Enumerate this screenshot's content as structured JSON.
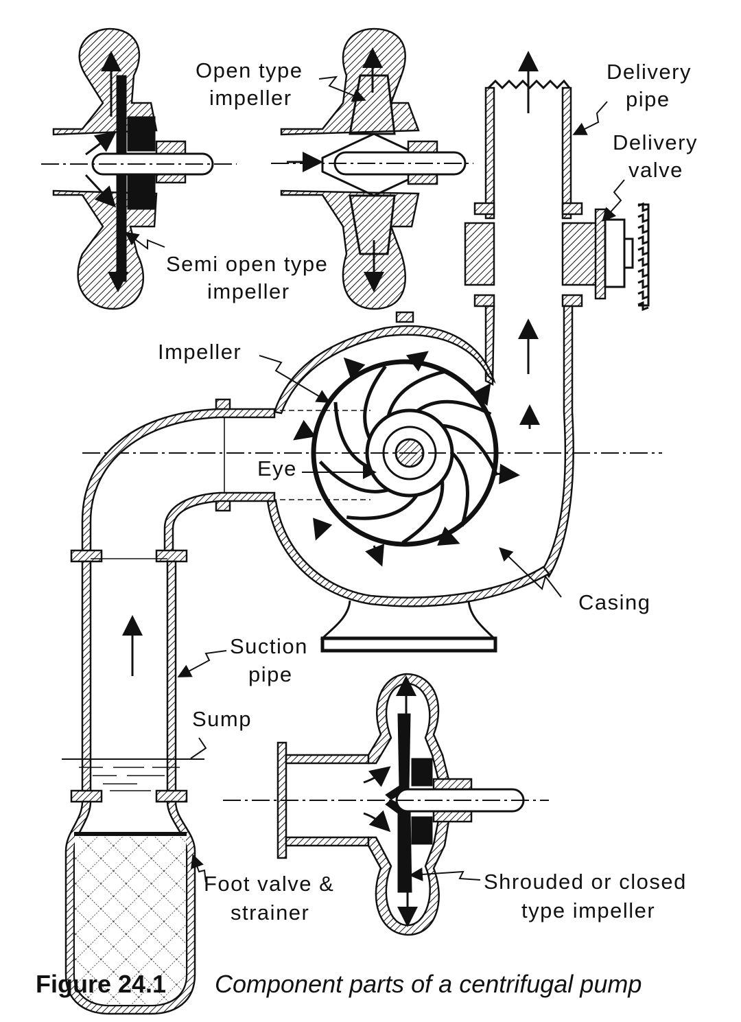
{
  "labels": {
    "open_type_1": "Open type",
    "open_type_2": "impeller",
    "semi_open_1": "Semi open type",
    "semi_open_2": "impeller",
    "delivery_pipe_1": "Delivery",
    "delivery_pipe_2": "pipe",
    "delivery_valve_1": "Delivery",
    "delivery_valve_2": "valve",
    "impeller": "Impeller",
    "eye": "Eye",
    "casing": "Casing",
    "suction_pipe_1": "Suction",
    "suction_pipe_2": "pipe",
    "sump": "Sump",
    "foot_valve_1": "Foot valve &",
    "foot_valve_2": "strainer",
    "shrouded_1": "Shrouded or closed",
    "shrouded_2": "type impeller"
  },
  "caption": {
    "number": "Figure 24.1",
    "text": "Component parts of a centrifugal pump"
  },
  "colors": {
    "ink": "#111111",
    "background": "#ffffff"
  }
}
